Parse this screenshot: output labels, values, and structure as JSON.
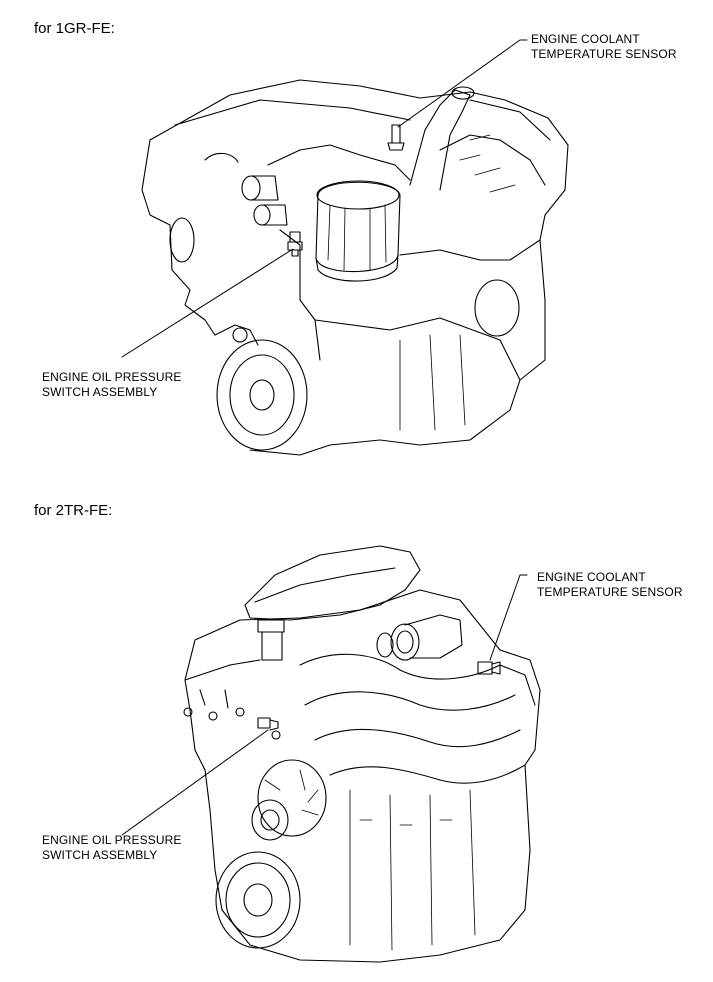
{
  "sections": [
    {
      "heading": "for 1GR-FE:",
      "coolant_label": [
        "ENGINE COOLANT",
        "TEMPERATURE SENSOR"
      ],
      "oil_label": [
        "ENGINE OIL PRESSURE",
        "SWITCH ASSEMBLY"
      ]
    },
    {
      "heading": "for 2TR-FE:",
      "coolant_label": [
        "ENGINE COOLANT",
        "TEMPERATURE SENSOR"
      ],
      "oil_label": [
        "ENGINE OIL PRESSURE",
        "SWITCH ASSEMBLY"
      ]
    }
  ]
}
